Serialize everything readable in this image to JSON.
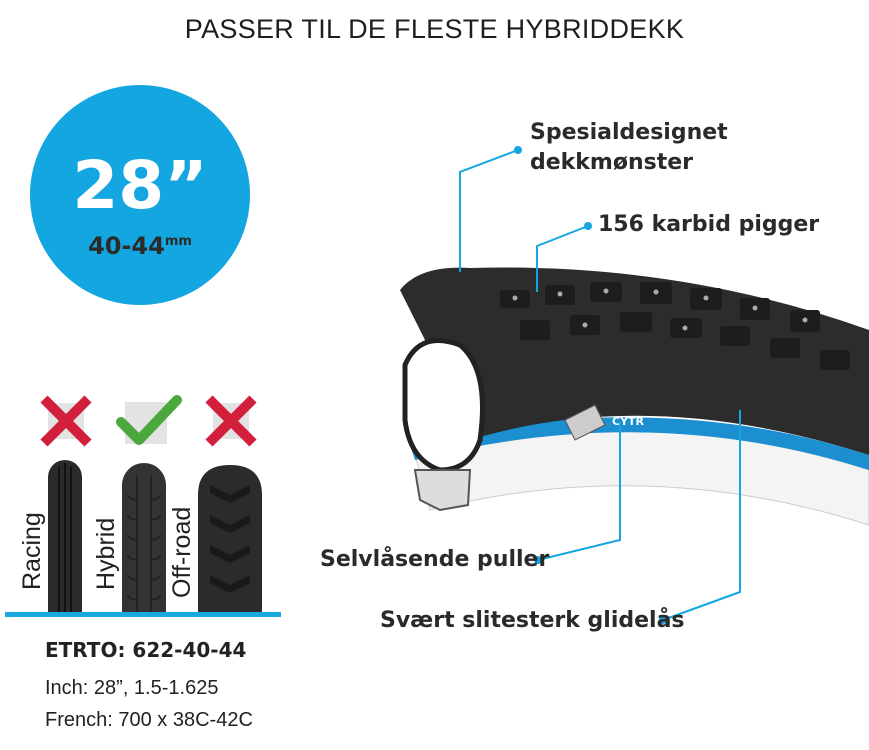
{
  "title": "PASSER TIL DE FLESTE HYBRIDDEKK",
  "badge": {
    "size": "28”",
    "range": "40-44",
    "unit": "mm",
    "color": "#14a6e0"
  },
  "tire_types": [
    {
      "label": "Racing",
      "fits": false,
      "icon": "cross-icon"
    },
    {
      "label": "Hybrid",
      "fits": true,
      "icon": "check-icon"
    },
    {
      "label": "Off-road",
      "fits": false,
      "icon": "cross-icon"
    }
  ],
  "specs": {
    "etrto": "ETRTO: 622-40-44",
    "inch": "Inch: 28”, 1.5-1.625",
    "french": "French: 700 x 38C-42C"
  },
  "callouts": [
    {
      "line1": "Spesialdesignet",
      "line2": "dekkmønster"
    },
    {
      "line1": "156 karbid pigger"
    },
    {
      "line1": "Selvlåsende puller"
    },
    {
      "line1": "Svært slitesterk glidelås"
    }
  ],
  "colors": {
    "accent": "#14a6e0",
    "cross": "#d21f3c",
    "check": "#4aa83c"
  }
}
